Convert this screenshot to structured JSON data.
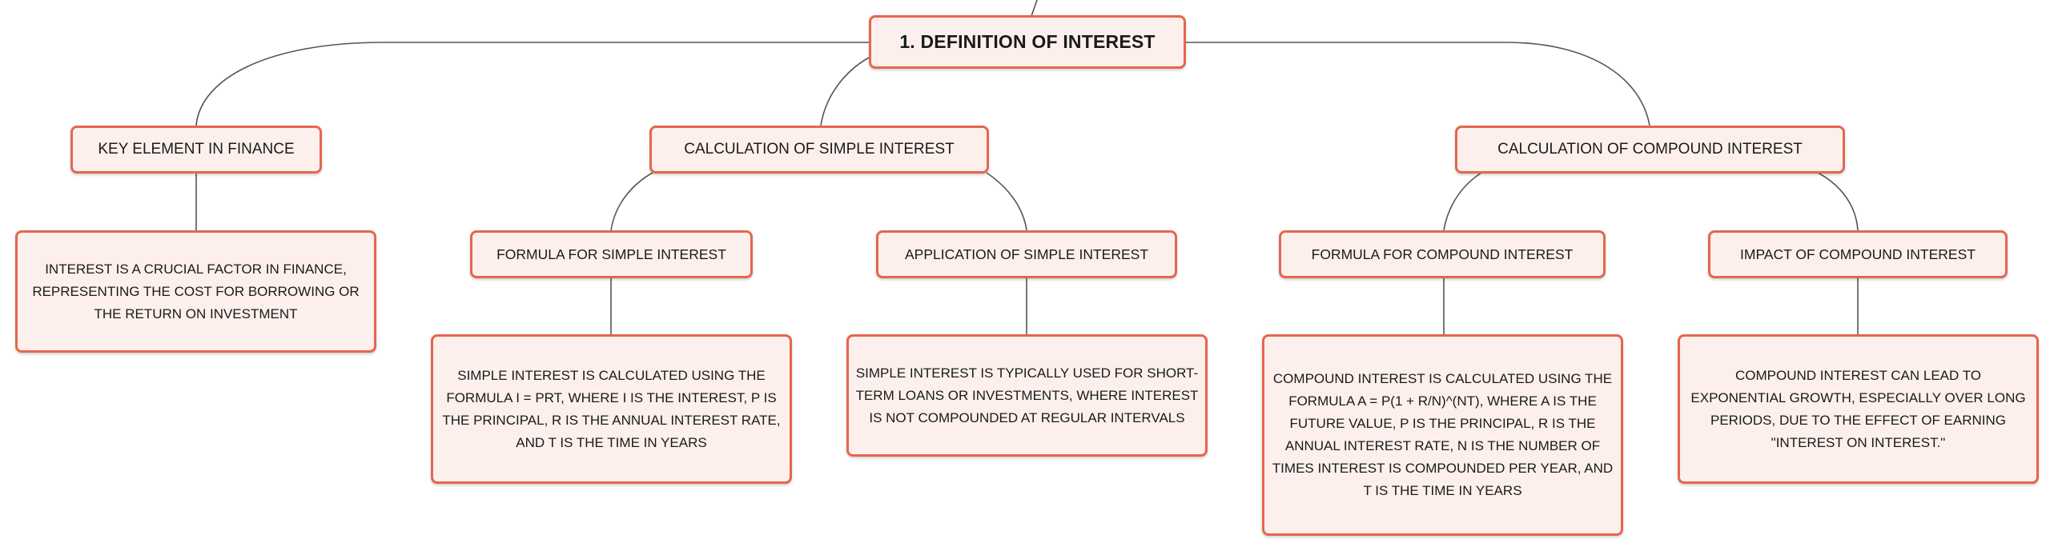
{
  "root": {
    "label": "1. DEFINITION OF INTEREST"
  },
  "branches": [
    {
      "label": "KEY ELEMENT IN FINANCE",
      "detail": "INTEREST IS A CRUCIAL FACTOR IN FINANCE, REPRESENTING THE COST FOR BORROWING OR THE RETURN ON INVESTMENT"
    },
    {
      "label": "CALCULATION OF SIMPLE INTEREST",
      "children": [
        {
          "label": "FORMULA FOR SIMPLE INTEREST",
          "detail": "SIMPLE INTEREST IS CALCULATED USING THE FORMULA I = PRT, WHERE I IS THE INTEREST, P IS THE PRINCIPAL, R IS THE ANNUAL INTEREST RATE, AND T IS THE TIME IN YEARS"
        },
        {
          "label": "APPLICATION OF SIMPLE INTEREST",
          "detail": "SIMPLE INTEREST IS TYPICALLY USED FOR SHORT-TERM LOANS OR INVESTMENTS, WHERE INTEREST IS NOT COMPOUNDED AT REGULAR INTERVALS"
        }
      ]
    },
    {
      "label": "CALCULATION OF COMPOUND INTEREST",
      "children": [
        {
          "label": "FORMULA FOR COMPOUND INTEREST",
          "detail": "COMPOUND INTEREST IS CALCULATED USING THE FORMULA A = P(1 + R/N)^(NT), WHERE A IS THE FUTURE VALUE, P IS THE PRINCIPAL, R IS THE ANNUAL INTEREST RATE, N IS THE NUMBER OF TIMES INTEREST IS COMPOUNDED PER YEAR, AND T IS THE TIME IN YEARS"
        },
        {
          "label": "IMPACT OF COMPOUND INTEREST",
          "detail": "COMPOUND INTEREST CAN LEAD TO EXPONENTIAL GROWTH, ESPECIALLY OVER LONG PERIODS, DUE TO THE EFFECT OF EARNING \"INTEREST ON INTEREST.\""
        }
      ]
    }
  ],
  "colors": {
    "node_fill": "#fdf0ec",
    "node_border": "#e5664f",
    "connector": "#555555"
  }
}
